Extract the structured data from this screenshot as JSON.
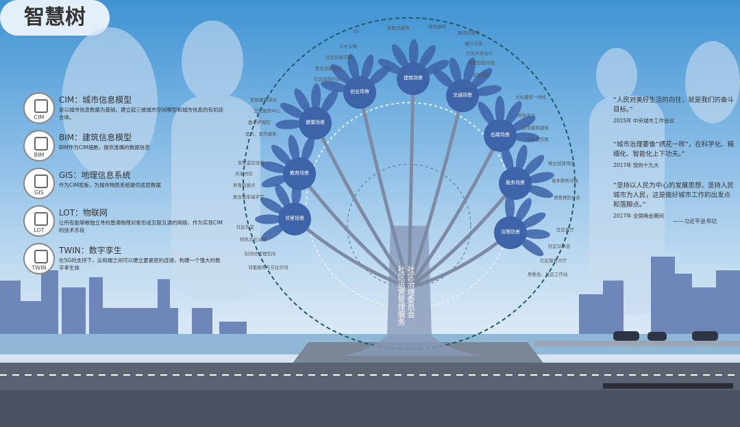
{
  "title": "智慧树",
  "items": [
    {
      "icon": "CIM",
      "heading": "CIM：城市信息模型",
      "desc": "是以城市信息数据为基础，建立起三维城市空间模型和城市信息的有机综合体。"
    },
    {
      "icon": "BIM",
      "heading": "BIM：建筑信息模型",
      "desc": "BIM作为CIM细胞，提供准确的数据信息"
    },
    {
      "icon": "GIS",
      "heading": "GIS：地理信息系统",
      "desc": "作为CIM底板，为城市物质系统提供底层数据"
    },
    {
      "icon": "LOT",
      "heading": "LOT：物联网",
      "desc": "让所有能够被独立寻的普通物理对象形成互联互通的网络，作为实现CIM的技术手段"
    },
    {
      "icon": "TWIN",
      "heading": "TWIN：数字孪生",
      "desc": "在5G的支持下，云和端之间可以建立更紧密的连接，构建一个强大的数字孪生体"
    }
  ],
  "quotes": [
    {
      "text": "“人民对美好生活的向往，就是我们的奋斗目标。”",
      "source": "2015年  中央城市工作会议"
    },
    {
      "text": "“城市治理要像“绣花一样”，在科学化、精细化、智能化上下功夫。”",
      "source": "2017年  党的十九大"
    },
    {
      "text": "“坚持以人民为中心的发展思想，坚持人民城市为人民，这是做好城市工作的出发点和落脚点。”",
      "source": "2017年  全国两会期间"
    }
  ],
  "signature": "——习近平总书记",
  "scenes": [
    "创业场景",
    "建筑场景",
    "交通场景",
    "低碳场景",
    "服务场景",
    "治理场景",
    "邻里场景",
    "教育场景",
    "健康场景"
  ],
  "trunk": [
    "社区治理委员会",
    "社区运营管理服务"
  ],
  "labels": [
    "5G",
    "装配式建筑",
    "绿色建筑",
    "被动式建筑",
    "人才公寓",
    "社区创客学院",
    "复合功能空间",
    "社区双创空间",
    "慢行交通",
    "社区共享出行",
    "物流低配冷链",
    "智能停车",
    "智能健康驿站",
    "卫生服务中心",
    "嘉老护理院",
    "室内、室外健身",
    "安防监控设备",
    "共享书房",
    "养育托婴点",
    "复合型幸福学堂",
    "社区礼堂",
    "特色文化公园",
    "封闭式管理空间",
    "邻里服务与交往空间",
    "文化建筑一体化",
    "供热供冷",
    "近零能耗建筑",
    "节水型活用",
    "物业经营用房",
    "基本服务功能",
    "预警预防体系",
    "社区客厅",
    "社区议事会",
    "社区服务大厅",
    "居委会、社区工作站"
  ],
  "colors": {
    "hand": "#3d63a8",
    "circle": "#1f5a6a"
  }
}
